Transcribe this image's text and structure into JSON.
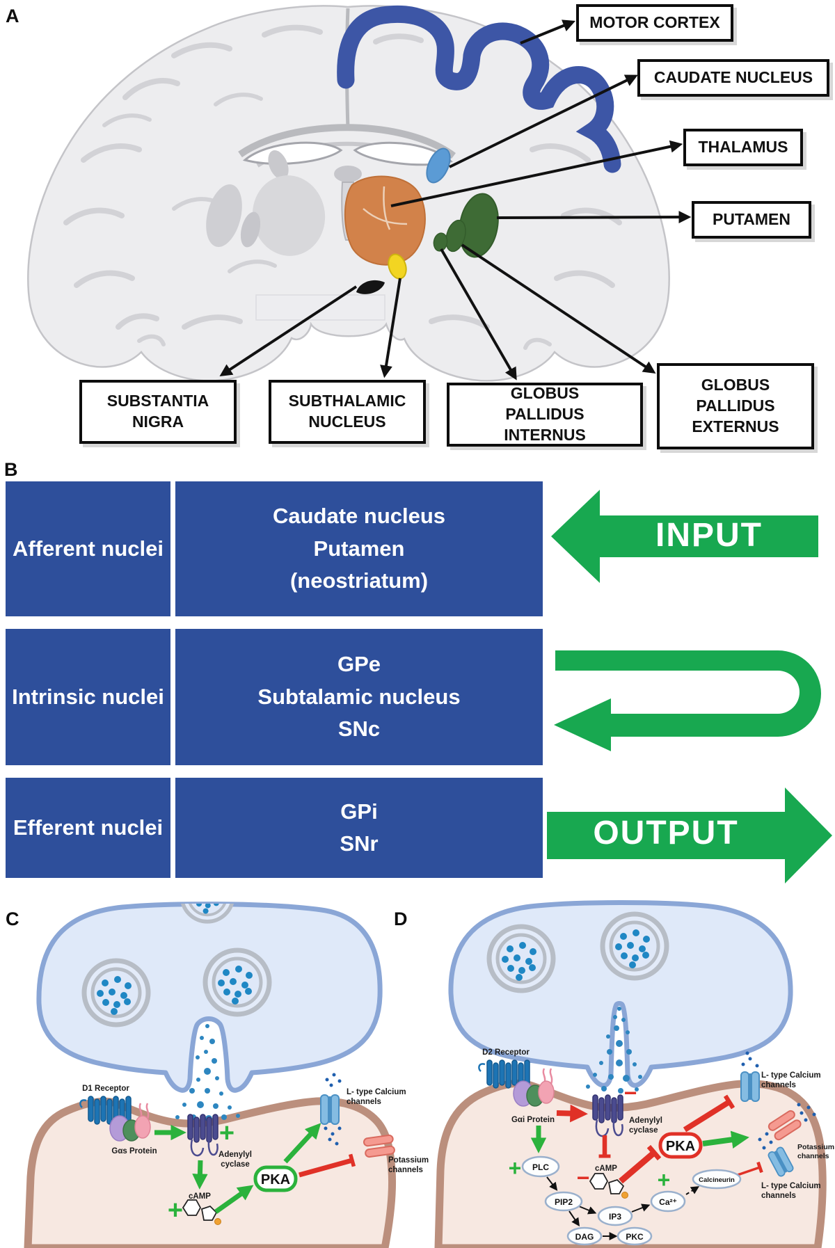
{
  "panels": {
    "a": {
      "label": "A",
      "boxes": {
        "motor_cortex": "MOTOR CORTEX",
        "caudate_nucleus": "CAUDATE NUCLEUS",
        "thalamus": "THALAMUS",
        "putamen": "PUTAMEN",
        "substantia_nigra": "SUBSTANTIA NIGRA",
        "subthalamic_nucleus": "SUBTHALAMIC NUCLEUS",
        "globus_pallidus_internus": "GLOBUS PALLIDUS INTERNUS",
        "globus_pallidus_externus": "GLOBUS PALLIDUS EXTERNUS"
      },
      "structure_colors": {
        "motor_cortex": "#3d56a6",
        "caudate_nucleus": "#5b9bd5",
        "thalamus": "#d2824a",
        "putamen": "#3e6b35",
        "globus_pallidus": "#3e6b35",
        "subthalamic_nucleus": "#f2d522",
        "substantia_nigra": "#141414"
      }
    },
    "b": {
      "label": "B",
      "rows": [
        {
          "category": "Afferent nuclei",
          "lines": [
            "Caudate nucleus",
            "Putamen",
            "(neostriatum)"
          ]
        },
        {
          "category": "Intrinsic nuclei",
          "lines": [
            "GPe",
            "Subtalamic nucleus",
            "SNc"
          ]
        },
        {
          "category": "Efferent nuclei",
          "lines": [
            "GPi",
            "SNr"
          ]
        }
      ],
      "arrows": {
        "input": "INPUT",
        "output": "OUTPUT"
      },
      "colors": {
        "cell_blue": "#2e4f9b",
        "arrow_green": "#18a850"
      }
    },
    "c": {
      "label": "C",
      "labels": {
        "receptor": "D1 Receptor",
        "g_protein": "Gαs Protein",
        "adenylyl_line1": "Adenylyl",
        "adenylyl_line2": "cyclase",
        "camp": "cAMP",
        "pka": "PKA",
        "ltype_line1": "L- type Calcium",
        "ltype_line2": "channels",
        "potassium_line1": "Potassium",
        "potassium_line2": "channels",
        "plus_adenylyl": "+",
        "plus_camp": "+"
      }
    },
    "d": {
      "label": "D",
      "labels": {
        "receptor": "D2 Receptor",
        "g_protein": "Gαi Protein",
        "adenylyl_line1": "Adenylyl",
        "adenylyl_line2": "cyclase",
        "camp": "cAMP",
        "pka": "PKA",
        "plc": "PLC",
        "pip2": "PIP2",
        "ip3": "IP3",
        "dag": "DAG",
        "pkc": "PKC",
        "ca": "Ca²⁺",
        "calcineurin": "Calcineurin",
        "ltype_top_line1": "L- type Calcium",
        "ltype_top_line2": "channels",
        "potassium_line1": "Potassium",
        "potassium_line2": "channels",
        "ltype_bottom_line1": "L- type Calcium",
        "ltype_bottom_line2": "channels",
        "minus_adenylyl": "−",
        "minus_camp": "−",
        "plus_plc": "+",
        "plus_ca": "+"
      }
    }
  }
}
